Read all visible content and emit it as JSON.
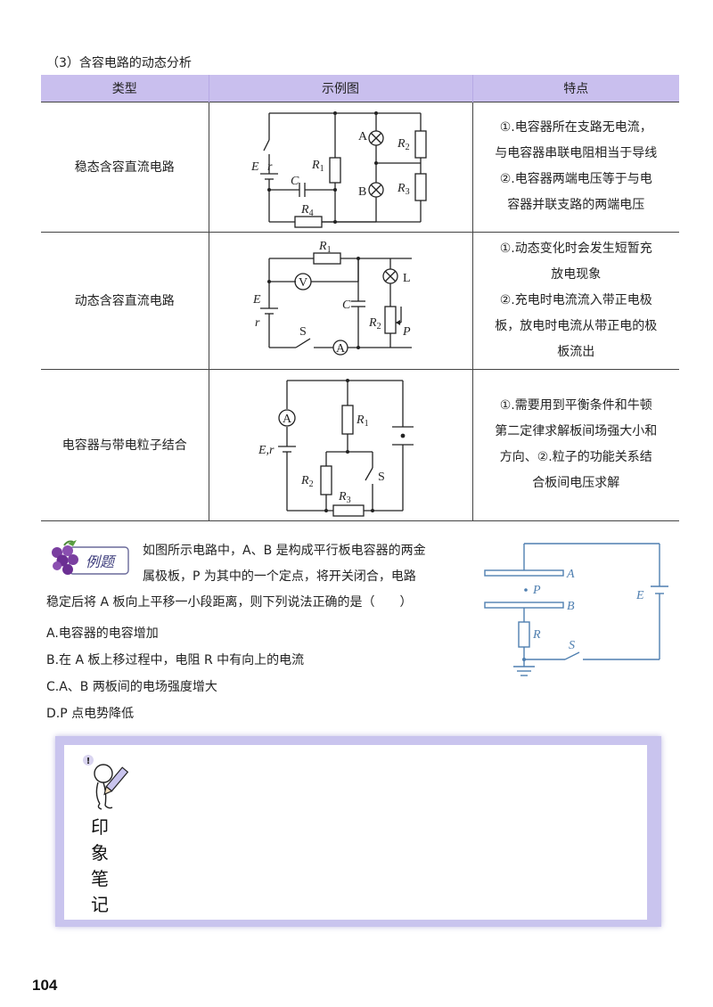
{
  "section": {
    "heading": "（3）含容电路的动态分析"
  },
  "table": {
    "headers": [
      "类型",
      "示例图",
      "特点"
    ],
    "rows": [
      {
        "type": "稳态含容直流电路",
        "features": [
          "①.电容器所在支路无电流，",
          "与电容器串联电阻相当于导线",
          "②.电容器两端电压等于与电",
          "容器并联支路的两端电压"
        ]
      },
      {
        "type": "动态含容直流电路",
        "features": [
          "①.动态变化时会发生短暂充",
          "放电现象",
          "②.充电时电流流入带正电极",
          "板，放电时电流从带正电的极",
          "板流出"
        ]
      },
      {
        "type": "电容器与带电粒子结合",
        "features": [
          "①.需要用到平衡条件和牛顿",
          "第二定律求解板间场强大小和",
          "方向、②.粒子的功能关系结",
          "合板间电压求解"
        ]
      }
    ]
  },
  "diagrams": {
    "d1": {
      "E": "E",
      "r": "r",
      "R": "R",
      "C": "C",
      "A": "A",
      "B": "B",
      "s1": "1",
      "s2": "2",
      "s3": "3",
      "s4": "4"
    },
    "d2": {
      "R": "R",
      "s1": "1",
      "s2": "2",
      "V": "V",
      "E": "E",
      "r": "r",
      "C": "C",
      "L": "L",
      "P": "P",
      "S": "S",
      "A": "A"
    },
    "d3": {
      "A": "A",
      "R": "R",
      "s1": "1",
      "s2": "2",
      "s3": "3",
      "Er": "E,r",
      "S": "S"
    }
  },
  "example": {
    "badge": "例题",
    "line1": "如图所示电路中，A、B 是构成平行板电容器的两金",
    "line2": "属极板，P 为其中的一个定点，将开关闭合，电路",
    "line3": "稳定后将 A 板向上平移一小段距离，则下列说法正确的是（　　）",
    "options": [
      "A.电容器的电容增加",
      "B.在 A 板上移过程中，电阻 R 中有向上的电流",
      "C.A、B 两板间的电场强度增大",
      "D.P 点电势降低"
    ],
    "circuit": {
      "A": "A",
      "B": "B",
      "P": "P",
      "E": "E",
      "R": "R",
      "S": "S"
    }
  },
  "notes": {
    "label": [
      "印",
      "象",
      "笔",
      "记"
    ],
    "mark": "!"
  },
  "page": {
    "number": "104"
  },
  "colors": {
    "header_bg": "#c9bfee",
    "notes_frame": "#c9c4ee",
    "circuit_blue": "#4f7fb0",
    "grape": "#7a3fa0"
  }
}
